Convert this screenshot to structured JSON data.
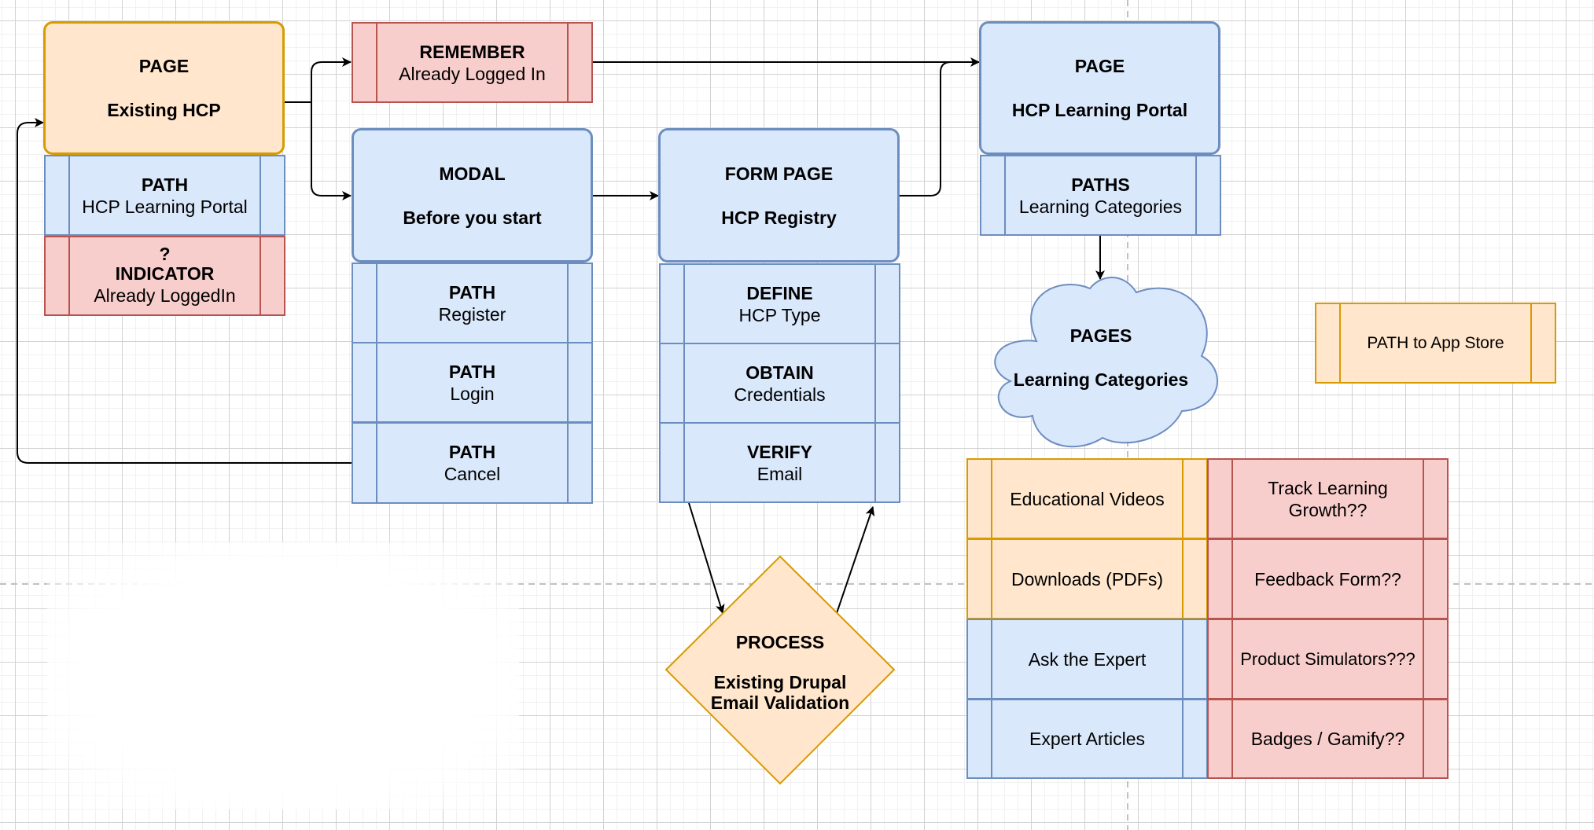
{
  "diagram": {
    "colors": {
      "orange_fill": "#ffe6cc",
      "orange_stroke": "#d79b00",
      "blue_fill": "#dae8fc",
      "blue_stroke": "#6c8ebf",
      "red_fill": "#f8cecc",
      "red_stroke": "#b85450",
      "connector": "#000000"
    },
    "existing_hcp": {
      "type": "PAGE",
      "title": "Existing HCP"
    },
    "existing_hcp_path": {
      "label": "PATH",
      "value": "HCP Learning Portal"
    },
    "indicator": {
      "prefix": "?",
      "label": "INDICATOR",
      "value": "Already LoggedIn"
    },
    "remember": {
      "label": "REMEMBER",
      "value": "Already Logged In"
    },
    "modal": {
      "type": "MODAL",
      "title": "Before you start"
    },
    "modal_paths": [
      {
        "label": "PATH",
        "value": "Register"
      },
      {
        "label": "PATH",
        "value": "Login"
      },
      {
        "label": "PATH",
        "value": "Cancel"
      }
    ],
    "form_page": {
      "type": "FORM PAGE",
      "title": "HCP Registry"
    },
    "form_steps": [
      {
        "label": "DEFINE",
        "value": "HCP Type"
      },
      {
        "label": "OBTAIN",
        "value": "Credentials"
      },
      {
        "label": "VERIFY",
        "value": "Email"
      }
    ],
    "process": {
      "type": "PROCESS",
      "line1": "Existing Drupal",
      "line2": "Email Validation"
    },
    "learning_portal": {
      "type": "PAGE",
      "title": "HCP Learning Portal"
    },
    "learning_paths": {
      "label": "PATHS",
      "value": "Learning Categories"
    },
    "categories_cloud": {
      "type": "PAGES",
      "title": "Learning Categories"
    },
    "app_store": {
      "label": "PATH to App Store"
    },
    "category_grid": {
      "left": [
        {
          "label": "Educational Videos",
          "color": "orange"
        },
        {
          "label": "Downloads (PDFs)",
          "color": "orange"
        },
        {
          "label": "Ask the Expert",
          "color": "blue"
        },
        {
          "label": "Expert Articles",
          "color": "blue"
        }
      ],
      "right": [
        {
          "label": "Track Learning Growth??",
          "color": "red"
        },
        {
          "label": "Feedback Form??",
          "color": "red"
        },
        {
          "label": "Product Simulators???",
          "color": "red"
        },
        {
          "label": "Badges / Gamify??",
          "color": "red"
        }
      ]
    },
    "connectors": [
      {
        "from": "existing_hcp",
        "to": "remember"
      },
      {
        "from": "existing_hcp",
        "to": "modal"
      },
      {
        "from": "remember",
        "to": "learning_portal"
      },
      {
        "from": "modal",
        "to": "form_page"
      },
      {
        "from": "form_page",
        "to": "learning_portal"
      },
      {
        "from": "modal_paths.2",
        "to": "existing_hcp"
      },
      {
        "from": "form_steps",
        "to": "process"
      },
      {
        "from": "process",
        "to": "form_steps"
      },
      {
        "from": "learning_paths",
        "to": "categories_cloud"
      }
    ]
  }
}
